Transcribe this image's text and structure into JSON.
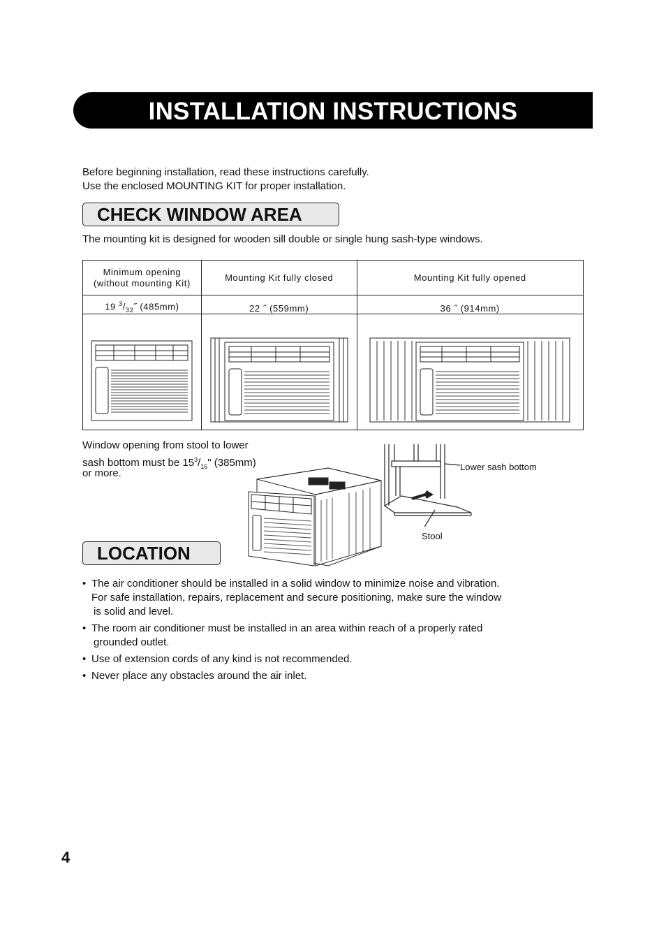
{
  "title": "INSTALLATION INSTRUCTIONS",
  "intro": {
    "line1": "Before beginning installation, read these instructions carefully.",
    "line2": "Use the enclosed MOUNTING KIT for proper installation."
  },
  "check_window": {
    "heading": "CHECK WINDOW AREA",
    "text": "The mounting kit is designed for wooden sill double or single hung sash-type windows.",
    "table": {
      "headers": [
        "Minimum opening",
        "(without mounting Kit)",
        "Mounting Kit fully closed",
        "Mounting Kit fully opened"
      ],
      "values": {
        "min_whole": "19",
        "min_num": "3",
        "min_den": "32",
        "min_rest": "˝ (485mm)",
        "closed": "22 ˝ (559mm)",
        "opened": "36 ˝ (914mm)"
      }
    }
  },
  "window_opening": {
    "line1": "Window opening from stool to lower",
    "line2_prefix": "sash bottom must be 15",
    "line2_num": "3",
    "line2_den": "16",
    "line2_suffix": "\" (385mm)",
    "line3": "or more.",
    "label_lower_sash": "Lower sash bottom",
    "label_stool": "Stool"
  },
  "location": {
    "heading": "LOCATION",
    "bullets": [
      [
        "The air conditioner should be installed in a solid window  to minimize noise and vibration.",
        "For safe installation, repairs, replacement and secure positioning, make sure the window",
        "is solid and level."
      ],
      [
        "The room air conditioner must be installed in an area within reach of a  properly rated",
        "grounded outlet."
      ],
      [
        "Use of extension cords of any kind is not recommended."
      ],
      [
        "Never place any obstacles around the air inlet."
      ]
    ]
  },
  "page_number": "4"
}
